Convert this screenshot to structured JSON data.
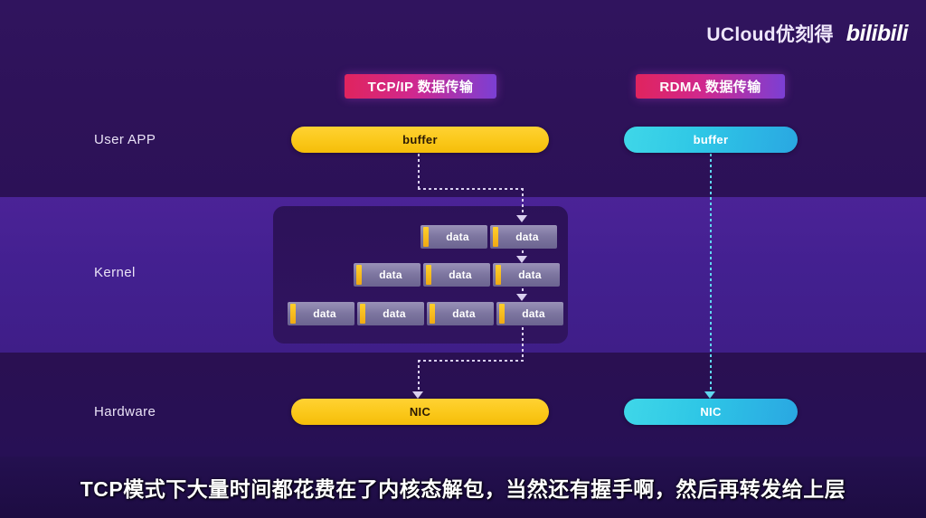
{
  "brand": {
    "sponsor": "UCloud优刻得",
    "platform": "bilibili"
  },
  "badges": {
    "tcp": "TCP/IP 数据传输",
    "rdma": "RDMA 数据传输"
  },
  "row_labels": {
    "user_app": "User APP",
    "kernel": "Kernel",
    "hardware": "Hardware"
  },
  "pills": {
    "buffer_left": "buffer",
    "buffer_right": "buffer",
    "nic_left": "NIC",
    "nic_right": "NIC"
  },
  "kernel": {
    "rows": [
      {
        "blocks": [
          "data",
          "data"
        ]
      },
      {
        "blocks": [
          "data",
          "data",
          "data"
        ]
      },
      {
        "blocks": [
          "data",
          "data",
          "data",
          "data"
        ]
      }
    ]
  },
  "subtitle": "TCP模式下大量时间都花费在了内核态解包，当然还有握手啊，然后再转发给上层",
  "colors": {
    "band_top": "#2e1259",
    "band_mid": "#452190",
    "band_bottom": "#261050",
    "pill_yellow": "#fbc91c",
    "pill_cyan": "#2ec6e6",
    "badge_gradient_start": "#e0245e",
    "badge_gradient_end": "#7b3fd4",
    "data_block": "#7d76a0",
    "data_block_bar": "#f5be18",
    "connector_tcp": "#d9cfef",
    "connector_rdma": "#5fd6ee"
  }
}
